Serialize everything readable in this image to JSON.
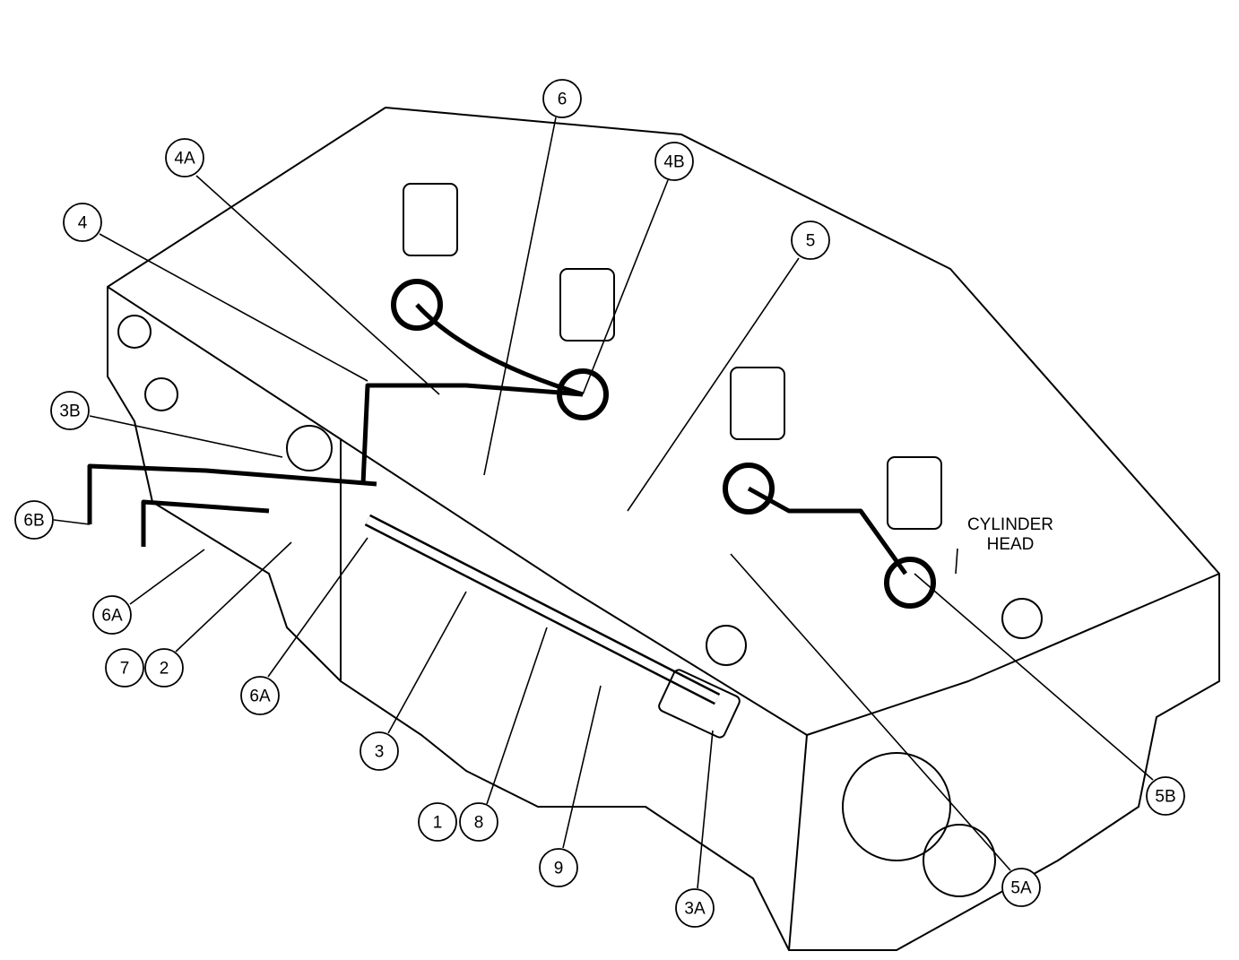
{
  "diagram": {
    "callouts": [
      {
        "label": "6"
      },
      {
        "label": "4A"
      },
      {
        "label": "4B"
      },
      {
        "label": "4"
      },
      {
        "label": "5"
      },
      {
        "label": "3B"
      },
      {
        "label": "6B"
      },
      {
        "label": "6A"
      },
      {
        "label": "7"
      },
      {
        "label": "2"
      },
      {
        "label": "6A"
      },
      {
        "label": "3"
      },
      {
        "label": "1"
      },
      {
        "label": "8"
      },
      {
        "label": "9"
      },
      {
        "label": "3A"
      },
      {
        "label": "5A"
      },
      {
        "label": "5B"
      }
    ],
    "part_label": {
      "line1": "CYLINDER",
      "line2": "HEAD"
    }
  }
}
